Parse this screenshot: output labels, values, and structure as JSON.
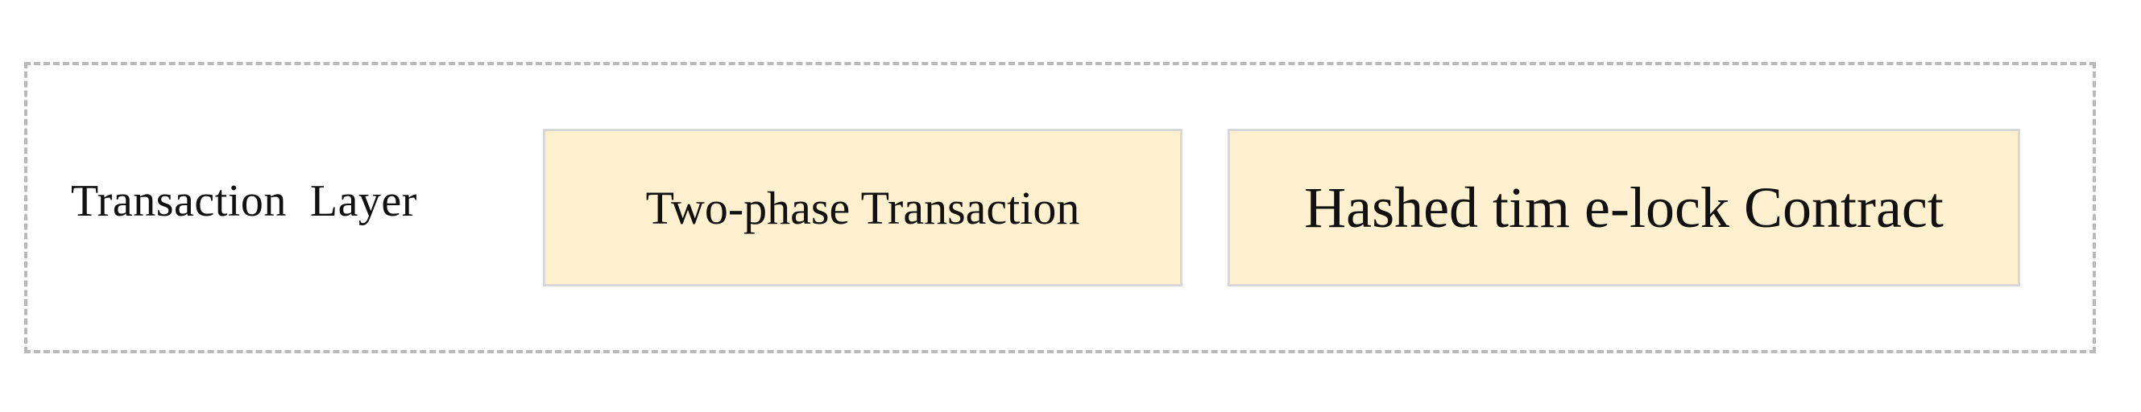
{
  "diagram": {
    "layer_label": "Transaction  Layer",
    "components": [
      {
        "label": "Two-phase Transaction"
      },
      {
        "label": "Hashed tim e-lock Contract"
      }
    ],
    "colors": {
      "component_fill": "#fff1cf",
      "component_border": "#d8d8d8",
      "frame_border": "#b9b9b9",
      "text": "#111111"
    }
  }
}
